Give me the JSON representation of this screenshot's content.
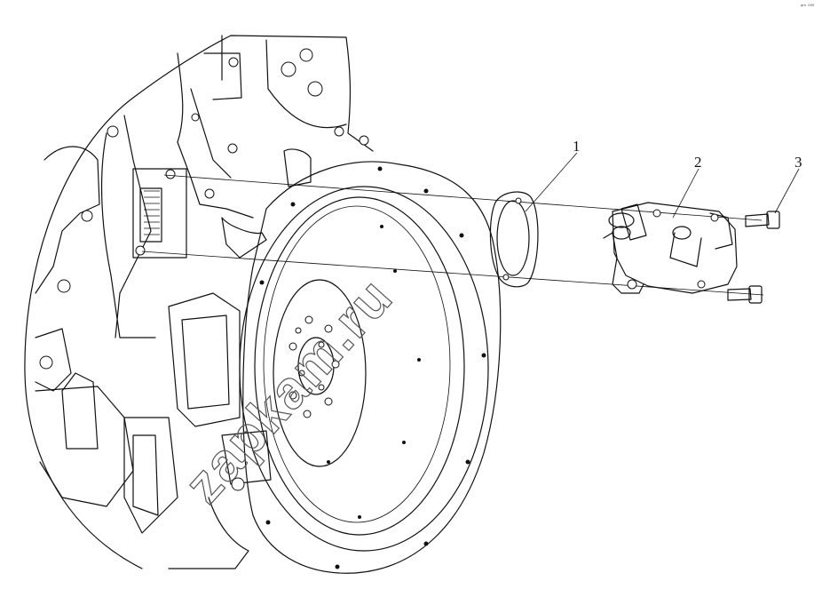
{
  "callouts": [
    "1",
    "2",
    "3"
  ],
  "corner_mark": "ᵍᵐ ⁰⁰⁰",
  "watermark": "zapkam.ru"
}
